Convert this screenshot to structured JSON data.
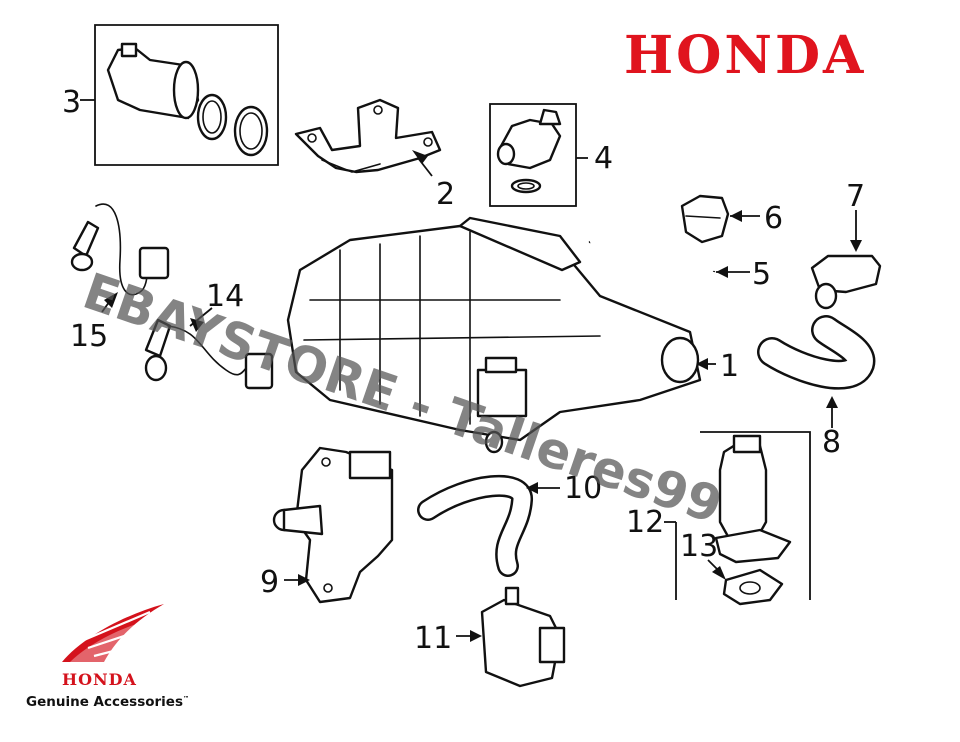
{
  "brand": {
    "wordmark": "HONDA",
    "color": "#e0141e"
  },
  "watermark": "EBAYSTORE - Talleres99",
  "footer_logo": {
    "wing_text": "HONDA",
    "tagline": "Genuine Accessories",
    "mark": "™"
  },
  "callouts": [
    "1",
    "2",
    "3",
    "4",
    "5",
    "6",
    "7",
    "8",
    "9",
    "10",
    "11",
    "12",
    "13",
    "14",
    "15"
  ]
}
